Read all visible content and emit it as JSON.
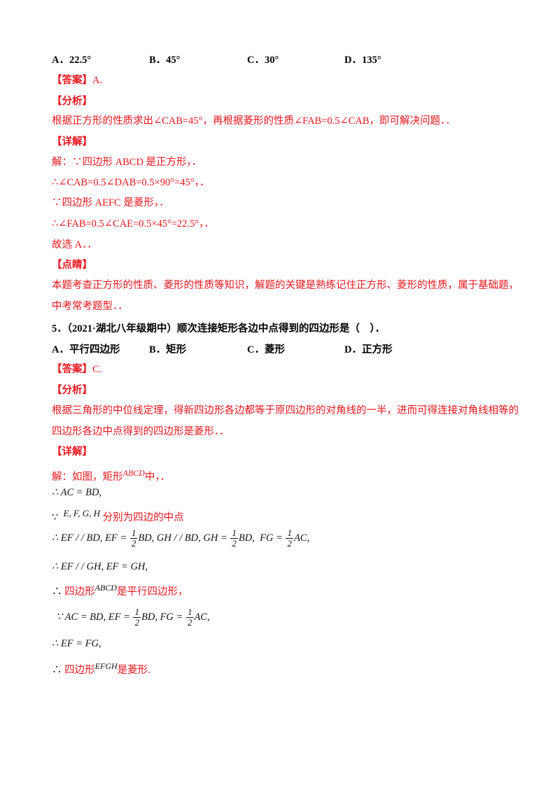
{
  "q4_options": [
    "A．22.5°",
    "B．45°",
    "C．30°",
    "D．135°"
  ],
  "q4_answer_label": "【答案】",
  "q4_answer_value": "A.",
  "q4_analysis_label": "【分析】",
  "q4_analysis_text": "根据正方形的性质求出∠CAB=45°，再根据菱形的性质∠FAB=0.5∠CAB，即可解决问题．．",
  "q4_detail_label": "【详解】",
  "q4_detail_lines": [
    "解：∵四边形 ABCD 是正方形，．",
    "∴∠CAB=0.5∠DAB=0.5×90°=45°，．",
    "∵四边形 AEFC 是菱形，．",
    "∴∠FAB=0.5∠CAE=0.5×45°=22.5°，．",
    "故选 A．．"
  ],
  "q4_comment_label": "【点睛】",
  "q4_comment_lines": [
    "本题考查正方形的性质、菱形的性质等知识，解题的关键是熟练记住正方形、菱形的性质，属于基础题，",
    "中考常考题型．．"
  ],
  "q5_question": "5．（2021·湖北八年级期中）顺次连接矩形各边中点得到的四边形是（　）．",
  "q5_options": [
    "A．平行四边形",
    "B．矩形",
    "C．菱形",
    "D．正方形"
  ],
  "q5_answer_label": "【答案】",
  "q5_answer_value": "C.",
  "q5_analysis_label": "【分析】",
  "q5_analysis_lines": [
    "根据三角形的中位线定理，得新四边形各边都等于原四边形的对角线的一半，进而可得连接对角线相等的",
    "四边形各边中点得到的四边形是菱形．．"
  ],
  "q5_detail_label": "【详解】",
  "q5_detail": {
    "l1_pre": "解：如图，矩形",
    "l1_sym": "ABCD",
    "l1_post": "中，．",
    "l2": "∴ AC = BD,",
    "l3_pre": "∵",
    "l3_sym": "E, F, G, H",
    "l3_post": "分别为四边的中点",
    "l4_a": "∴ EF / / BD, EF =",
    "l4_b": "BD,",
    "l4_c": "GH / / BD, GH =",
    "l4_d": "BD,",
    "l4_e": "FG =",
    "l4_f": "AC,",
    "frac_num": "1",
    "frac_den": "2",
    "l5": "∴ EF / / GH, EF = GH,",
    "l6_pre": "∴",
    "l6_mid": "四边形",
    "l6_sym": "ABCD",
    "l6_post": "是平行四边形，",
    "l7_a": "∵ AC = BD, EF =",
    "l7_b": "BD, FG =",
    "l7_c": "AC,",
    "l8": "∴ EF = FG,",
    "l9_pre": "∴",
    "l9_mid": "四边形",
    "l9_sym": "EFGH",
    "l9_post": "是菱形."
  }
}
